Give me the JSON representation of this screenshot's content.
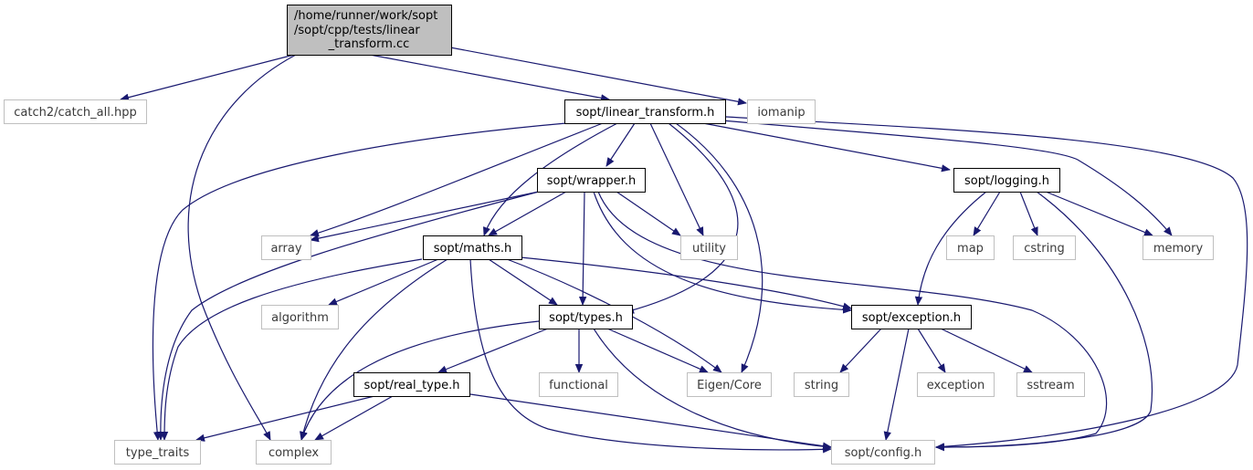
{
  "graph": {
    "root": {
      "lines": [
        "/home/runner/work/sopt",
        "/sopt/cpp/tests/linear",
        "_transform.cc"
      ]
    },
    "nodes": {
      "catch": "catch2/catch_all.hpp",
      "lt": "sopt/linear_transform.h",
      "iomanip": "iomanip",
      "wrapper": "sopt/wrapper.h",
      "logging": "sopt/logging.h",
      "array": "array",
      "maths": "sopt/maths.h",
      "utility": "utility",
      "map": "map",
      "cstring": "cstring",
      "memory": "memory",
      "algorithm": "algorithm",
      "types": "sopt/types.h",
      "exception_h": "sopt/exception.h",
      "real_type": "sopt/real_type.h",
      "functional": "functional",
      "eigen": "Eigen/Core",
      "string": "string",
      "exception": "exception",
      "sstream": "sstream",
      "type_traits": "type_traits",
      "complex": "complex",
      "config": "sopt/config.h"
    },
    "colors": {
      "edge": "#191970",
      "root_fill": "#bfbfbf",
      "internal_border": "#000000",
      "external_border": "#bfbfbf"
    }
  }
}
